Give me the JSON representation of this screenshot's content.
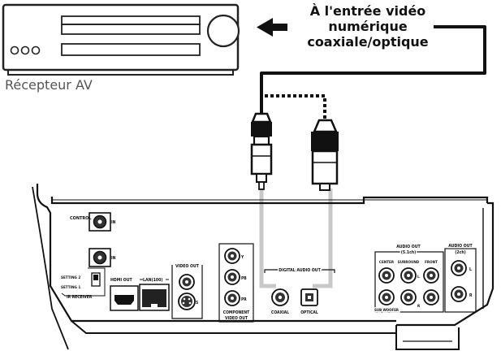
{
  "callout": {
    "line1": "À l'entrée vidéo",
    "line2": "numérique",
    "line3": "coaxiale/optique"
  },
  "receiver_label": "Récepteur AV",
  "panel_labels": {
    "control": "CONTROL",
    "control_in": "IN",
    "ir": "IR",
    "ir_in": "IN",
    "setting2": "SETTING 2",
    "setting1": "SETTING 1",
    "ir_receiver": "IR RECEIVER",
    "hdmi_out": "HDMI OUT",
    "lan": "LAN(100)",
    "video_out": "VIDEO OUT",
    "video_out_s": "S",
    "component_y": "Y",
    "component_pb": "PB",
    "component_pr": "PR",
    "component_1": "COMPONENT",
    "component_2": "VIDEO OUT",
    "digital_audio_out": "DIGITAL AUDIO OUT",
    "coaxial": "COAXIAL",
    "optical": "OPTICAL",
    "audio_out_51_1": "AUDIO OUT",
    "audio_out_51_2": "(5.1ch)",
    "center": "CENTER",
    "surround": "SURROUND",
    "front": "FRONT",
    "surround_l": "L",
    "surround_r": "R",
    "subwoofer": "SUB WOOFER",
    "audio_out_2_1": "AUDIO OUT",
    "audio_out_2_2": "(2ch)",
    "l": "L",
    "r": "R"
  }
}
